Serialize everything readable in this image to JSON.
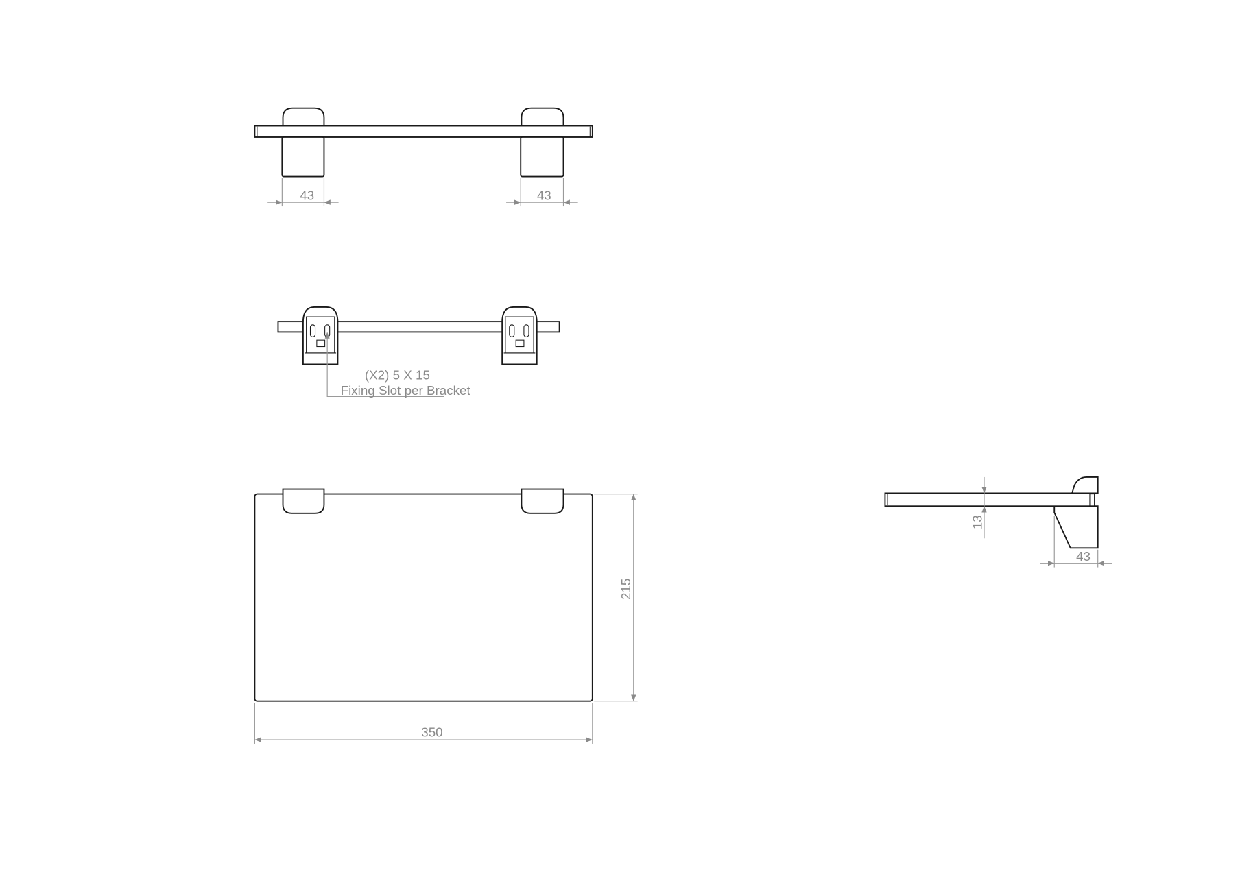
{
  "top_view": {
    "left_bracket_width": "43",
    "right_bracket_width": "43"
  },
  "back_view": {
    "note_line1": "(X2) 5 X 15",
    "note_line2": "Fixing Slot per Bracket"
  },
  "front_view": {
    "height": "215",
    "width": "350"
  },
  "side_view": {
    "thickness": "13",
    "bracket_depth": "43"
  },
  "colors": {
    "outline": "#1a1a1a",
    "dimension": "#8a8a8a"
  }
}
